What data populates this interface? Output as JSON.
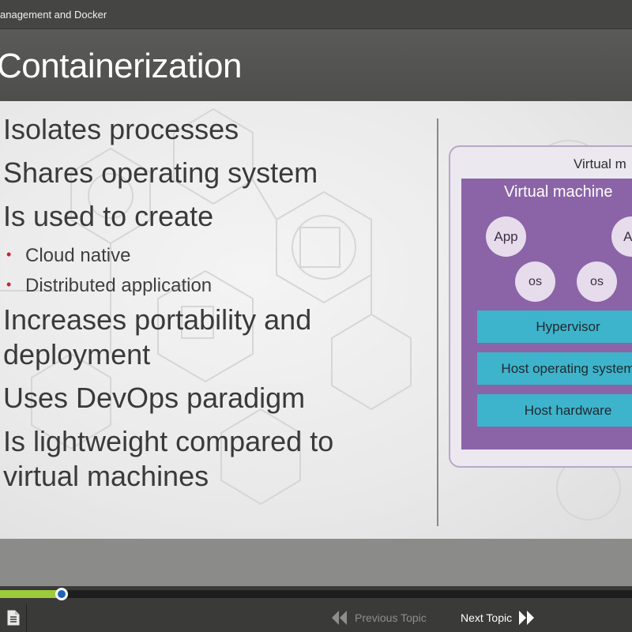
{
  "window": {
    "title": "anagement and Docker"
  },
  "slide": {
    "heading": "Containerization",
    "bullets": [
      "Isolates processes",
      "Shares operating system",
      "Is used to create",
      "Increases portability and deployment",
      "Uses DevOps paradigm",
      "Is lightweight compared to virtual machines"
    ],
    "sub_bullets": [
      "Cloud native",
      "Distributed application"
    ],
    "diagram": {
      "outer_label": "Virtual m",
      "inner_label": "Virtual machine",
      "app_label": "App",
      "app_label_partial": "Ap",
      "os_label": "os",
      "layers": [
        "Hypervisor",
        "Host operating system",
        "Host hardware"
      ]
    }
  },
  "player": {
    "progress_fraction": 0.097,
    "colors": {
      "progress": "#9ccc3a",
      "knob": "#1e63b5",
      "bullet_dot": "#c0262d",
      "vm_purple": "#8b64a7",
      "layer_blue": "#3eb3cc"
    },
    "notes_icon": "document-icon",
    "previous_label": "Previous Topic",
    "next_label": "Next Topic"
  }
}
